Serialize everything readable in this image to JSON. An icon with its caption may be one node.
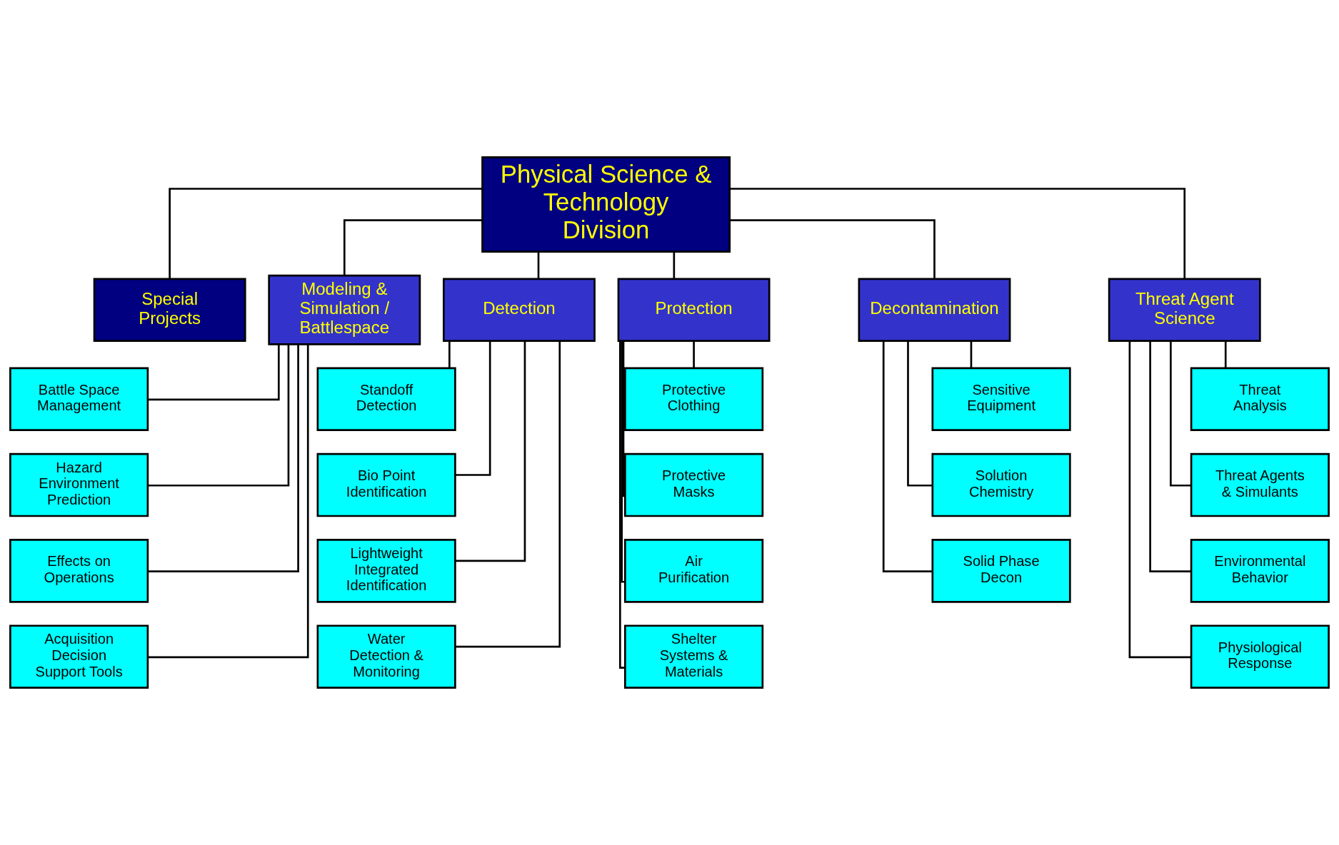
{
  "diagram": {
    "nodes": [
      {
        "text": [
          "Physical Science & Technology Division"
        ]
      },
      {
        "text": [
          "Special Projects"
        ]
      },
      {
        "text": [
          "Modeling & Simulation / Battlespace"
        ]
      },
      {
        "text": [
          "Detection"
        ]
      },
      {
        "text": [
          "Protection"
        ]
      },
      {
        "text": [
          "Decontamination"
        ]
      },
      {
        "text": [
          "Threat Agent Science"
        ]
      },
      {
        "text": [
          "Battle Space Management"
        ]
      },
      {
        "text": [
          "Hazard Environment Prediction"
        ]
      },
      {
        "text": [
          "Effects on Operations"
        ]
      },
      {
        "text": [
          "Acquisition Decision Support Tools"
        ]
      },
      {
        "text": [
          "Standoff Detection"
        ]
      },
      {
        "text": [
          "Bio Point Identification"
        ]
      },
      {
        "text": [
          "Lightweight Integrated Identification"
        ]
      },
      {
        "text": [
          "Water Detection & Monitoring"
        ]
      },
      {
        "text": [
          "Protective Clothing"
        ]
      },
      {
        "text": [
          "Protective Masks"
        ]
      },
      {
        "text": [
          "Air Purification"
        ]
      },
      {
        "text": [
          "Shelter Systems & Materials"
        ]
      },
      {
        "text": [
          "Sensitive Equipment"
        ]
      },
      {
        "text": [
          "Solution Chemistry"
        ]
      },
      {
        "text": [
          "Solid Phase Decon"
        ]
      },
      {
        "text": [
          "Threat Analysis"
        ]
      },
      {
        "text": [
          "Threat Agents & Simulants"
        ]
      },
      {
        "text": [
          "Environmental Behavior"
        ]
      },
      {
        "text": [
          "Physiological Response"
        ]
      }
    ],
    "edges": [
      {
        "from": 0,
        "to": 1,
        "arrow": "none"
      },
      {
        "from": 0,
        "to": 2,
        "arrow": "none"
      },
      {
        "from": 0,
        "to": 3,
        "arrow": "none"
      },
      {
        "from": 0,
        "to": 4,
        "arrow": "none"
      },
      {
        "from": 0,
        "to": 5,
        "arrow": "none"
      },
      {
        "from": 0,
        "to": 6,
        "arrow": "none"
      },
      {
        "from": 2,
        "to": 7,
        "arrow": "none"
      },
      {
        "from": 2,
        "to": 8,
        "arrow": "none"
      },
      {
        "from": 2,
        "to": 9,
        "arrow": "none"
      },
      {
        "from": 2,
        "to": 10,
        "arrow": "none"
      },
      {
        "from": 3,
        "to": 11,
        "arrow": "none"
      },
      {
        "from": 3,
        "to": 12,
        "arrow": "none"
      },
      {
        "from": 3,
        "to": 13,
        "arrow": "none"
      },
      {
        "from": 3,
        "to": 14,
        "arrow": "none"
      },
      {
        "from": 4,
        "to": 15,
        "arrow": "none"
      },
      {
        "from": 4,
        "to": 16,
        "arrow": "none"
      },
      {
        "from": 4,
        "to": 17,
        "arrow": "none"
      },
      {
        "from": 4,
        "to": 18,
        "arrow": "none"
      },
      {
        "from": 5,
        "to": 19,
        "arrow": "none"
      },
      {
        "from": 5,
        "to": 20,
        "arrow": "none"
      },
      {
        "from": 5,
        "to": 21,
        "arrow": "none"
      },
      {
        "from": 6,
        "to": 22,
        "arrow": "none"
      },
      {
        "from": 6,
        "to": 23,
        "arrow": "none"
      },
      {
        "from": 6,
        "to": 24,
        "arrow": "none"
      },
      {
        "from": 6,
        "to": 25,
        "arrow": "none"
      }
    ]
  }
}
